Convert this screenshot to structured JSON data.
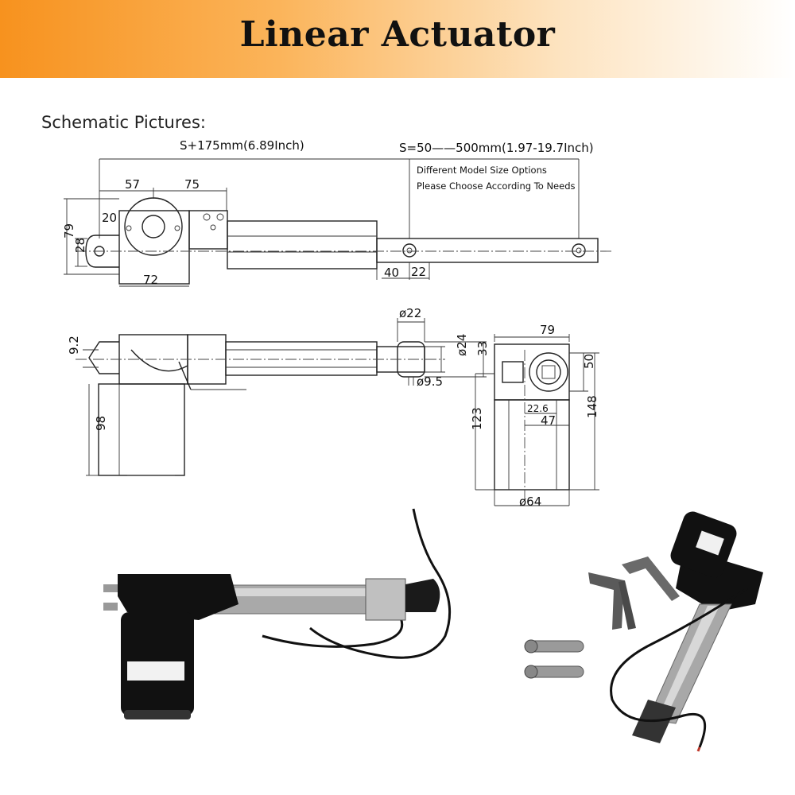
{
  "header": {
    "title": "Linear Actuator"
  },
  "subtitle": "Schematic Pictures:",
  "stroke_total": "S+175mm(6.89Inch)",
  "stroke_range": "S=50——500mm(1.97-19.7Inch)",
  "note_line1": "Different Model Size Options",
  "note_line2": "Please Choose According To Needs",
  "dims": {
    "d57": "57",
    "d75": "75",
    "d20": "20",
    "d79": "79",
    "d28": "28",
    "d72": "72",
    "d40": "40",
    "d22": "22",
    "d92": "9.2",
    "d98": "98",
    "phi22": "ø22",
    "phi24": "ø24",
    "d33": "33",
    "phi95": "ø9.5",
    "w79": "79",
    "d50": "50",
    "d226": "22.6",
    "d47": "47",
    "d123": "123",
    "d148": "148",
    "phi64": "ø64"
  }
}
